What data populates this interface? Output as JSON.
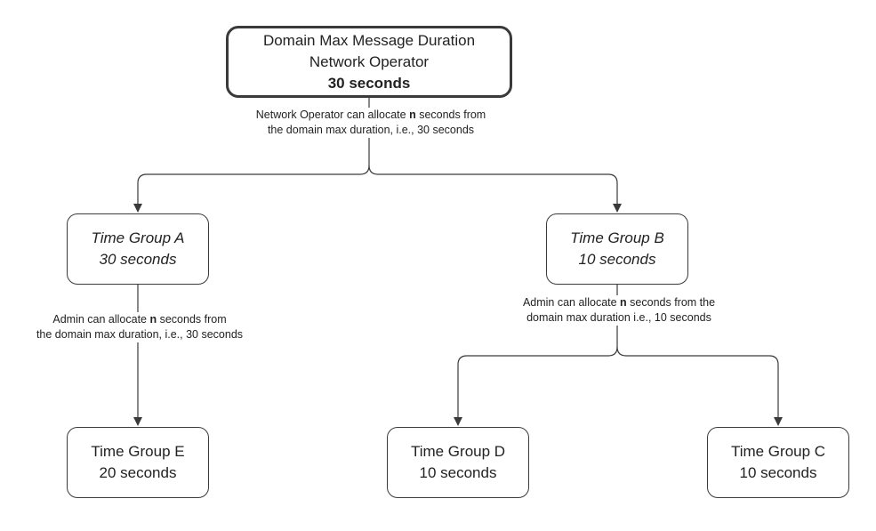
{
  "nodes": {
    "root": {
      "line1": "Domain Max Message Duration",
      "line2": "Network Operator",
      "line3": "30 seconds"
    },
    "group_a": {
      "line1": "Time Group A",
      "line2": "30 seconds"
    },
    "group_b": {
      "line1": "Time Group B",
      "line2": "10 seconds"
    },
    "group_e": {
      "line1": "Time Group E",
      "line2": "20 seconds"
    },
    "group_d": {
      "line1": "Time Group D",
      "line2": "10 seconds"
    },
    "group_c": {
      "line1": "Time Group C",
      "line2": "10 seconds"
    }
  },
  "notes": {
    "operator": {
      "pre": "Network Operator can allocate ",
      "bold": "n",
      "post": " seconds from",
      "line2": "the domain max duration, i.e., 30 seconds"
    },
    "admin_a": {
      "pre": "Admin can allocate ",
      "bold": "n",
      "post": " seconds from",
      "line2": "the domain max duration, i.e., 30 seconds"
    },
    "admin_b": {
      "pre": "Admin can allocate ",
      "bold": "n",
      "post": " seconds from the",
      "line2": "domain max duration i.e., 10 seconds"
    }
  }
}
